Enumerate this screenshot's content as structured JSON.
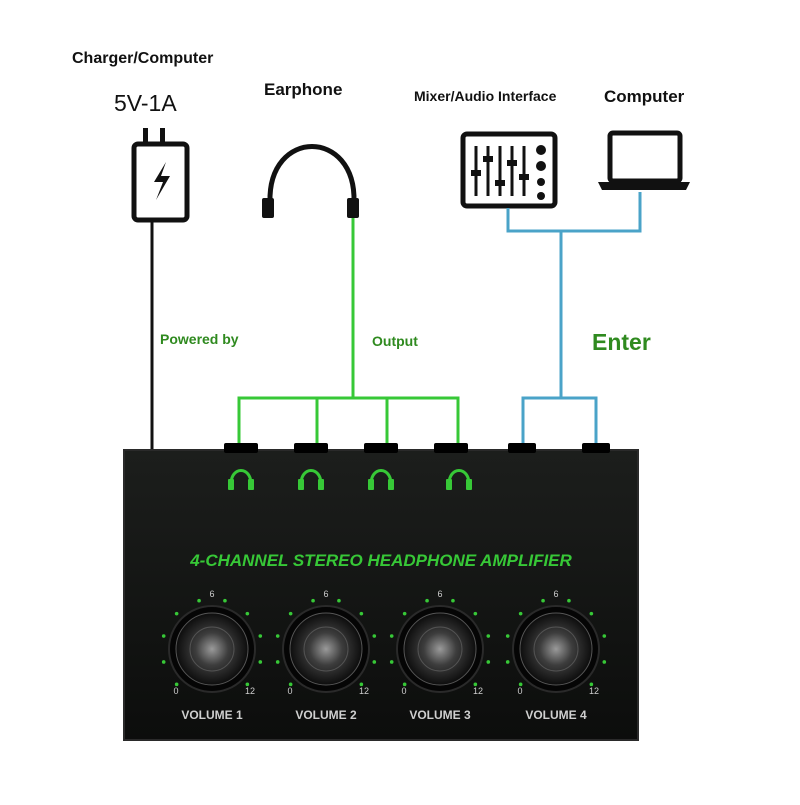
{
  "labels": {
    "charger": "Charger/Computer",
    "voltage": "5V-1A",
    "earphone": "Earphone",
    "mixer": "Mixer/Audio Interface",
    "computer": "Computer",
    "powered_by": "Powered by",
    "output": "Output",
    "enter": "Enter"
  },
  "device": {
    "title": "4-CHANNEL STEREO HEADPHONE AMPLIFIER",
    "scale": {
      "min": "0",
      "mid": "6",
      "max": "12"
    },
    "knobs": [
      {
        "label": "VOLUME 1"
      },
      {
        "label": "VOLUME 2"
      },
      {
        "label": "VOLUME 3"
      },
      {
        "label": "VOLUME 4"
      }
    ]
  },
  "colors": {
    "output_wire": "#37c837",
    "input_wire": "#4aa3c8",
    "power_wire": "#111111",
    "panel": "#121412",
    "accent": "#37c837",
    "label_green": "#2f8a1f"
  },
  "icons": [
    "charger-icon",
    "headphone-icon",
    "mixer-icon",
    "laptop-icon"
  ]
}
